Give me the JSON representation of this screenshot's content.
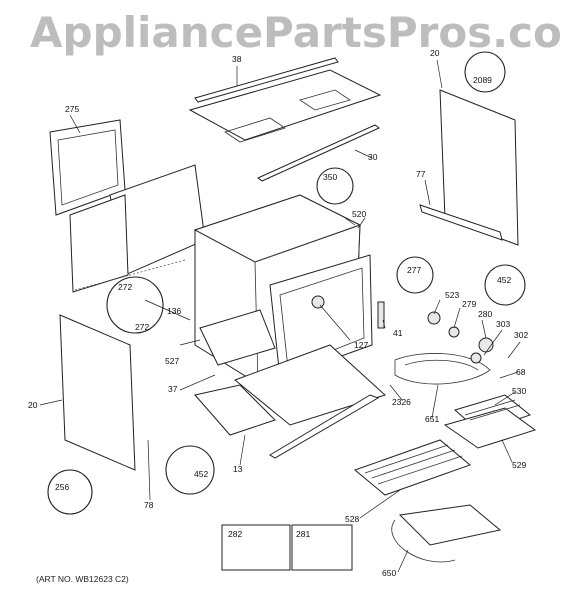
{
  "watermark": "AppliancePartsPros.com",
  "art_number": "(ART NO. WB12623 C2)",
  "part_labels": [
    "38",
    "275",
    "30",
    "350",
    "20",
    "2089",
    "77",
    "520",
    "277",
    "452",
    "272",
    "523",
    "279",
    "280",
    "303",
    "302",
    "136",
    "272",
    "41",
    "127",
    "527",
    "37",
    "2326",
    "68",
    "530",
    "651",
    "20",
    "452",
    "13",
    "529",
    "256",
    "78",
    "528",
    "282",
    "281",
    "650"
  ],
  "colors": {
    "line": "#222222",
    "watermark": "#bdbdbd",
    "background": "#ffffff"
  }
}
